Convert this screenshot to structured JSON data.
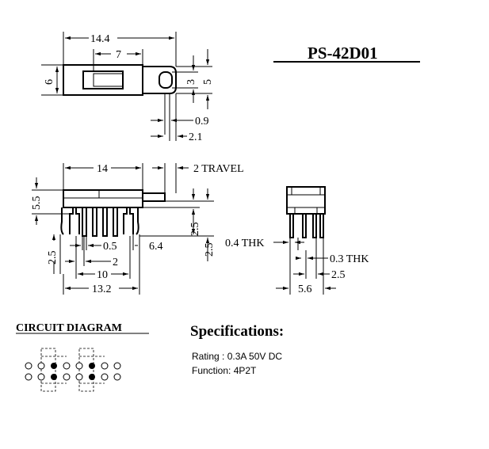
{
  "title": "PS-42D01",
  "top_view": {
    "width": "14.4",
    "knob_offset": "7",
    "height": "6",
    "knob_height": "3",
    "slot_height": "5",
    "gap": "0.9",
    "slot_depth": "2.1"
  },
  "side_view": {
    "body_length": "14",
    "travel": "2 TRAVEL",
    "height": "5.5",
    "pitch_small": "0.5",
    "pin_pitch": "2",
    "pin_left": "2.5",
    "span": "10",
    "total": "13.2",
    "tail": "6.4",
    "pin_len_a": "2.5",
    "pin_len_b": "2.5"
  },
  "end_view": {
    "pin_thickness": "0.4 THK",
    "leg_thickness": "0.3 THK",
    "pitch": "2.5",
    "width": "5.6"
  },
  "circuit": {
    "heading": "CIRCUIT DIAGRAM"
  },
  "specifications": {
    "heading": "Specifications:",
    "rating": "Rating : 0.3A 50V DC",
    "function": "Function: 4P2T"
  }
}
